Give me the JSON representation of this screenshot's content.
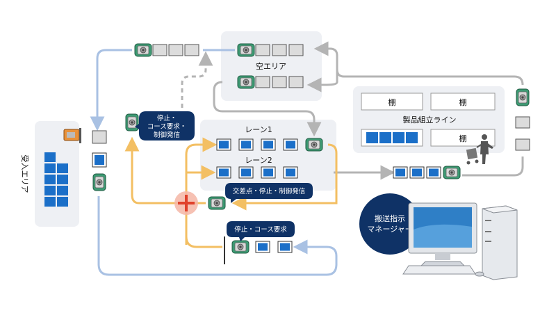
{
  "labels": {
    "receiving_area": "受入エリア",
    "empty_area": "空エリア",
    "lane1": "レーン1",
    "lane2": "レーン2",
    "assembly_line": "製品組立ライン",
    "shelf_1": "棚",
    "shelf_2": "棚",
    "shelf_3": "棚"
  },
  "callouts": {
    "left_line1": "停止・",
    "left_line2": "コース要求・",
    "left_line3": "制御発信",
    "intersection": "交差点・停止・制御発信",
    "bottom": "停止・コース要求"
  },
  "manager": {
    "line1": "搬送指示",
    "line2": "マネージャー"
  },
  "colors": {
    "blue_route": "#a9c1e3",
    "orange_route": "#f3bf63",
    "gray_route": "#b4b4b4",
    "dark_navy": "#0f3266",
    "box_blue": "#1b6fc8",
    "area_bg": "#eef0f4",
    "agv_green": "#3d9a73"
  },
  "icons": [
    "agv-icon",
    "forklift-icon",
    "worker-cart-icon",
    "computer-icon",
    "intersection-cross-icon"
  ]
}
